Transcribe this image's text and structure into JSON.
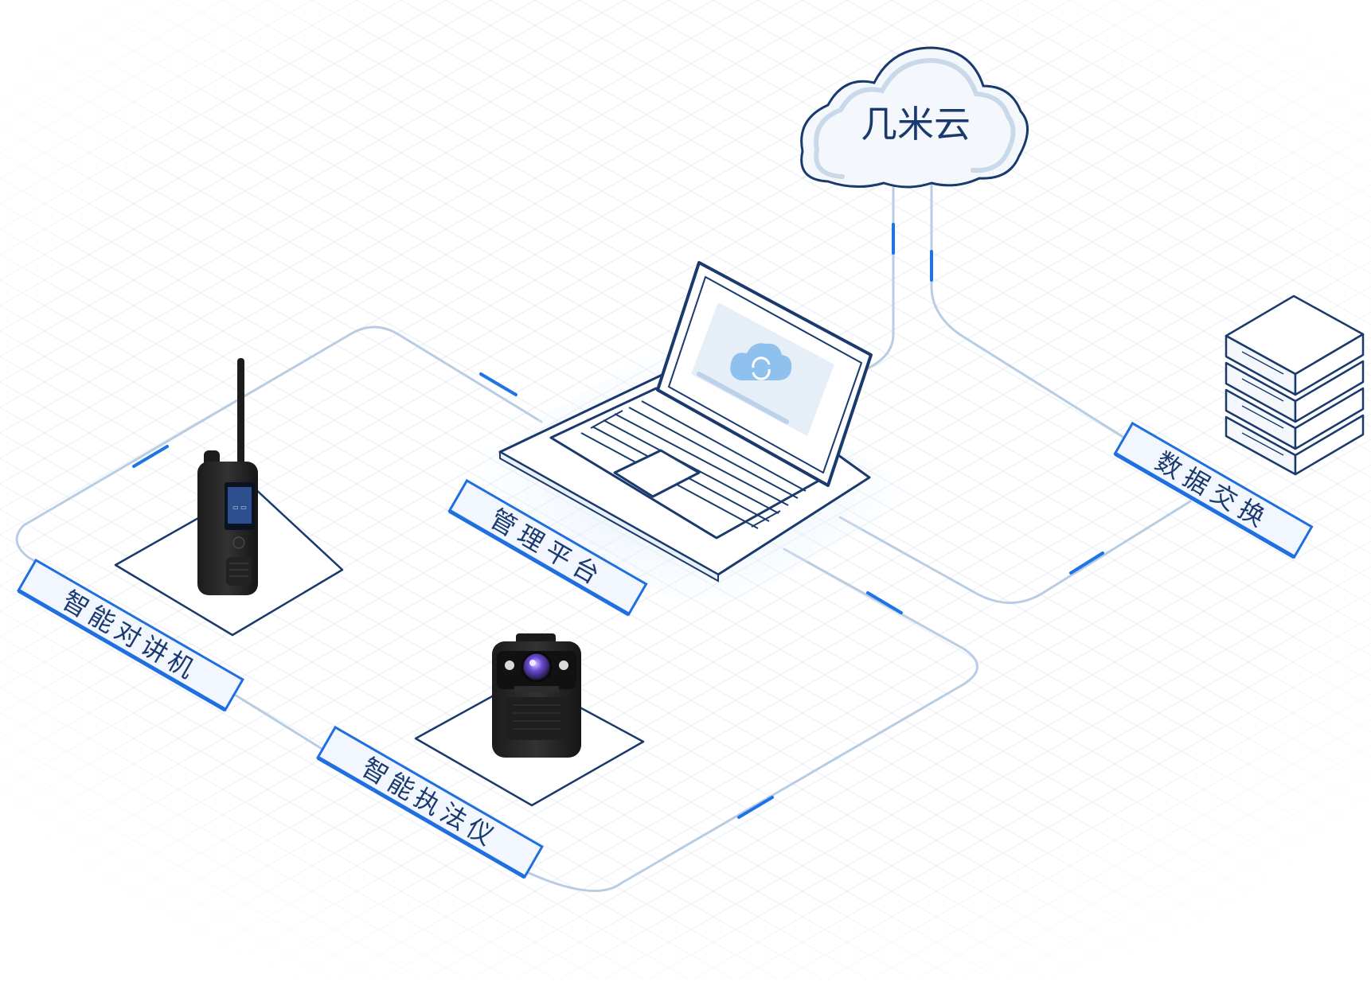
{
  "cloud": {
    "label": "几米云"
  },
  "labels": {
    "management_platform": "管理平台",
    "smart_intercom": "智能对讲机",
    "smart_law_recorder": "智能执法仪",
    "data_exchange": "数据交换"
  },
  "colors": {
    "dark_navy": "#1a3a6e",
    "accent_blue": "#1f6fe0",
    "line_blue": "#b8cde3",
    "grid": "#e6ecf2",
    "label_fill": "#f2f7ff",
    "cloud_fill": "#f4f8fc"
  },
  "icons": [
    "cloud-icon",
    "laptop-icon",
    "sync-cloud-icon",
    "walkie-talkie-icon",
    "body-camera-icon",
    "server-icon"
  ]
}
